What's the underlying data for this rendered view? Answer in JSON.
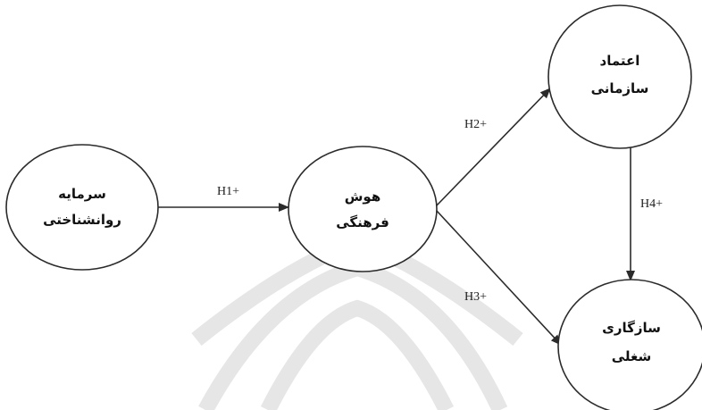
{
  "nodes": {
    "psych_capital": {
      "line1": "سرمایه",
      "line2": "روانشناختی"
    },
    "cultural_intelligence": {
      "line1": "هوش",
      "line2": "فرهنگی"
    },
    "org_trust": {
      "line1": "اعتماد",
      "line2": "سازمانی"
    },
    "job_adjustment": {
      "line1": "سازگاری",
      "line2": "شغلی"
    }
  },
  "edges": {
    "h1": "H1+",
    "h2": "H2+",
    "h3": "H3+",
    "h4": "H4+"
  },
  "colors": {
    "stroke": "#2b2b2b",
    "watermark": "#e4e4e4"
  }
}
